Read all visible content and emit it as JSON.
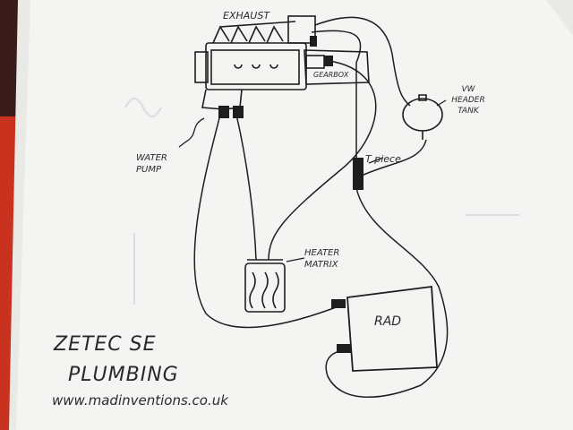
{
  "labels": {
    "exhaust": "EXHAUST",
    "gearbox": "GEARBOX",
    "vw_header_tank": "VW HEADER TANK",
    "t_piece": "T piece",
    "water_pump": "WATER PUMP",
    "heater_matrix": "HEATER MATRIX",
    "rad": "RAD",
    "title_line1": "ZETEC SE",
    "title_line2": "PLUMBING",
    "url": "www.madinventions.co.uk"
  },
  "colors": {
    "background": "#3a1d1a",
    "paper": "#f4f4f2",
    "ink": "#1e1e1e"
  }
}
